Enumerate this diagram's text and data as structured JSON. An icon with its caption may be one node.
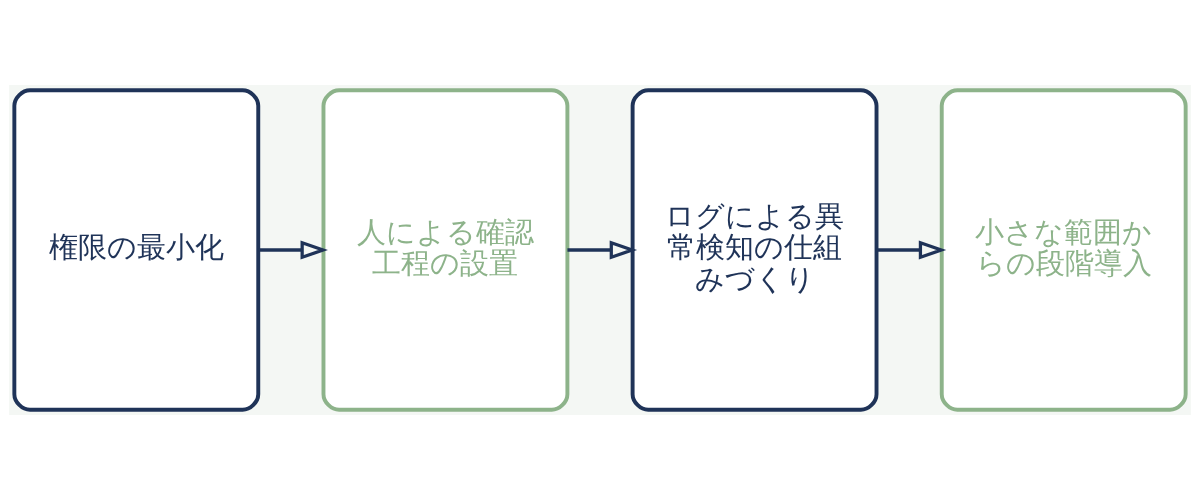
{
  "diagram": {
    "nodes": [
      {
        "text": [
          "権限の最小化"
        ]
      },
      {
        "text": [
          "人による確認工程の設置"
        ]
      },
      {
        "text": [
          "ログによる異常検知の仕組みづくり"
        ]
      },
      {
        "text": [
          "小さな範囲からの段階導入"
        ]
      }
    ],
    "edges": [
      {
        "from": 0,
        "to": 1,
        "arrow": "to"
      },
      {
        "from": 1,
        "to": 2,
        "arrow": "to"
      },
      {
        "from": 2,
        "to": 3,
        "arrow": "to"
      }
    ]
  }
}
